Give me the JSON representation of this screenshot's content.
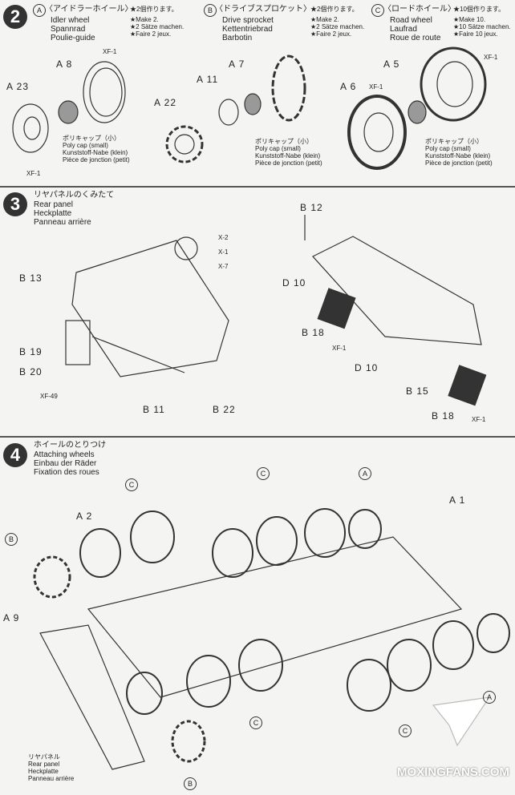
{
  "step2": {
    "number": "2",
    "partA": {
      "marker": "A",
      "title_jp": "〈アイドラーホイール〉",
      "note_jp": "★2個作ります。",
      "names": [
        "Idler wheel",
        "Spannrad",
        "Poulie-guide"
      ],
      "notes": [
        "★Make 2.",
        "★2 Sätze machen.",
        "★Faire 2 jeux."
      ],
      "labels": [
        "A 8",
        "A 23",
        "XF-1",
        "XF-1"
      ]
    },
    "partB": {
      "marker": "B",
      "title_jp": "〈ドライブスプロケット〉",
      "note_jp": "★2個作ります。",
      "names": [
        "Drive sprocket",
        "Kettentriebrad",
        "Barbotin"
      ],
      "notes": [
        "★Make 2.",
        "★2 Sätze machen.",
        "★Faire 2 jeux."
      ],
      "labels": [
        "A 11",
        "A 7",
        "A 22"
      ]
    },
    "partC": {
      "marker": "C",
      "title_jp": "〈ロードホイール〉",
      "note_jp": "★10個作ります。",
      "names": [
        "Road wheel",
        "Laufrad",
        "Roue de route"
      ],
      "notes": [
        "★Make 10.",
        "★10 Sätze machen.",
        "★Faire 10 jeux."
      ],
      "labels": [
        "A 5",
        "A 6",
        "XF-1",
        "XF-1"
      ]
    },
    "polycap": [
      "ポリキャップ（小）",
      "Poly cap (small)",
      "Kunststoff-Nabe (klein)",
      "Pièce de jonction (petit)"
    ]
  },
  "step3": {
    "number": "3",
    "title_jp": "リヤパネルのくみたて",
    "names": [
      "Rear panel",
      "Heckplatte",
      "Panneau arrière"
    ],
    "labels": {
      "b12": "B 12",
      "x2": "X-2",
      "x1": "X-1",
      "x7": "X-7",
      "b13": "B 13",
      "b19": "B 19",
      "b20": "B 20",
      "xf49": "XF-49",
      "b11": "B 11",
      "b22": "B 22",
      "d10a": "D 10",
      "b18a": "B 18",
      "xf1a": "XF-1",
      "d10b": "D 10",
      "b15": "B 15",
      "b18b": "B 18",
      "xf1b": "XF-1"
    }
  },
  "step4": {
    "number": "4",
    "title_jp": "ホイールのとりつけ",
    "names": [
      "Attaching wheels",
      "Einbau der Räder",
      "Fixation des roues"
    ],
    "labels": {
      "a2": "A 2",
      "a9": "A 9",
      "a1": "A 1",
      "b": "B",
      "c": "C",
      "a": "A"
    },
    "rear_panel": [
      "リヤパネル",
      "Rear panel",
      "Heckplatte",
      "Panneau arrière"
    ]
  },
  "watermark": "MOXINGFANS.COM"
}
